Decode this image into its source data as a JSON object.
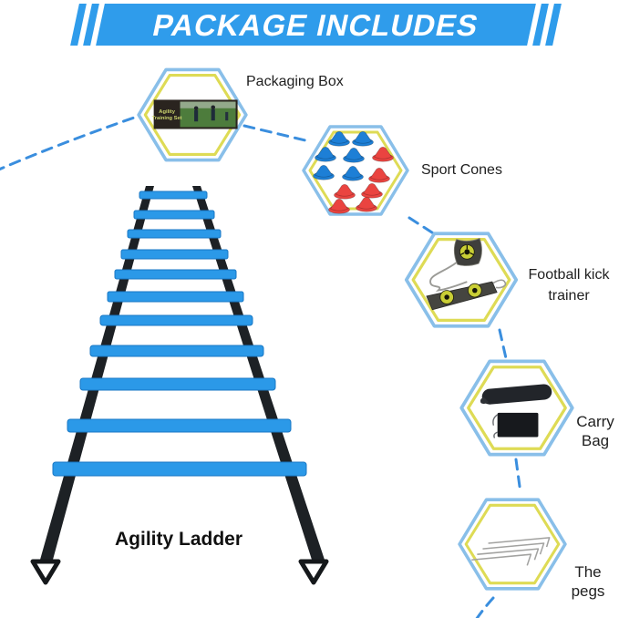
{
  "banner": {
    "title": "PACKAGE INCLUDES"
  },
  "items": [
    {
      "name": "packaging-box",
      "label": "Packaging Box"
    },
    {
      "name": "sport-cones",
      "label": "Sport Cones"
    },
    {
      "name": "football-kick-trainer",
      "label_line1": "Football kick",
      "label_line2": "trainer"
    },
    {
      "name": "carry-bag",
      "label_line1": "Carry",
      "label_line2": "Bag"
    },
    {
      "name": "the-pegs",
      "label_line1": "The",
      "label_line2": "pegs"
    }
  ],
  "ladder": {
    "label": "Agility Ladder",
    "rung_count": 11
  },
  "packaging_box_art": {
    "title_line1": "Agility",
    "title_line2": "Training Set"
  },
  "sport_cones": {
    "blue_cones": 6,
    "red_cones": 6
  },
  "colors": {
    "banner_blue": "#2f9ceb",
    "hexagon_outer_blue": "#89bfe9",
    "hexagon_inner_yellow": "#dedb55",
    "dash_blue": "#3a8ede",
    "ladder_rung_blue": "#2b99e8",
    "ladder_rail_black": "#1d2125",
    "cone_blue": "#1d7fd6",
    "cone_red": "#ea4440"
  }
}
